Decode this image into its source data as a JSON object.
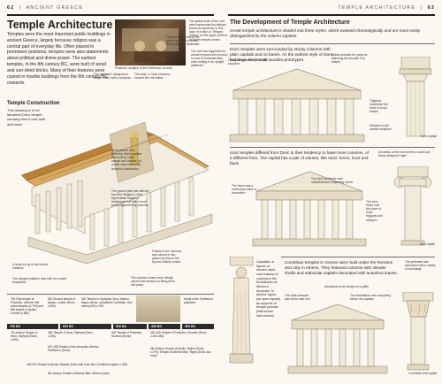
{
  "header": {
    "left_page_num": "62",
    "left_section": "ANCIENT GREECE",
    "right_section": "TEMPLE ARCHITECTURE",
    "right_page_num": "63"
  },
  "left": {
    "title": "Temple Architecture",
    "intro": "Temples were the most important public buildings in ancient Greece, largely because religion was a central part of everyday life. Often placed in prominent positions, temples were also statements about political and divine power. The earliest temples, in the 8th century BC, were built of wood and sun-dried bricks. Many of their features were copied in marble buildings from the 6th century BC onwards.",
    "photo_caption": "Poseidon, sculptor of the Parthenon, at work",
    "construction": {
      "title": "Temple Construction",
      "text": "This drawing is of an idealized Doric temple, showing how it was built and used"
    },
    "callouts": {
      "cella": "The cella, or inner sanctum, housed the cult statue.",
      "cult_statue": "The cult statue was of the god or goddess to whom the temple was dedicated",
      "guttae": "The guttae ends of the roof were surmounted by statues, known as acroteria. In this case of a Nike or \"Winged Victory\" on the upper portions of Greek temple survive.",
      "pediment": "The pediment, triangular in shape, often held a sculpture.",
      "roof": "The roof was supported on wooden beams and covered in rows of terracotta tiles, each ending in an upright antefixion.",
      "stone_blocks": "Stone blocks were smoothly fitted together and held by metal clamps and dowels; no mortar was used in the temple's construction.",
      "ground_plan": "The ground plan was derived from the Megaron of the Mycenaean house: a rectangular hall with a front porch supported by columns.",
      "ramp": "A ramp led up to the temple entrance",
      "stepped_platform": "The stepped platform was built on a stone foundation.",
      "fluting": "Fluting on the columns was carved in situ, guided by that on the top and bottom drums.",
      "drums": "The columns drums were initially carved with bosses for lifting them into place."
    },
    "timeline": {
      "bc700": "700 BC",
      "bc600": "600 BC",
      "bc500": "500 BC",
      "bc400": "400 BC",
      "bc300": "300 BC",
      "e1": "700 First temple of Poseidon, Isthmia: first stone temples (c.700) and first temple of Apollo, Corinth (c.680).",
      "e2": "530 Second temple of Apollo, Corinth (Doric, c.540)",
      "e3": "520 Temple of Olympian Zeus, Athens, begun (Doric, completed Corinthian, 2nd century AD) c.510",
      "e4": "Detail of the Parthenon pediment",
      "e5": "7th century Temple of Hera, Olympia (Doric, c.600)",
      "e6": "460 Temple of Zeus, Olympia (Doric, c.456)",
      "e7": "447-438 Temple of the Acropolis, Athens: Parthenon (Doric)",
      "e8": "440 Temple of Poseidon, Sounion (Doric)",
      "e9": "4th century Temple of Athena Nike, Athens (Ionic)",
      "e10": "440-426 Temple of Poseidon, Sounion (Doric, c.444-440)",
      "e11": "4th century Temple of Apollo, Delphi (Doric, c.370); Temple of Athena Nike, Tegea (Doric and Ionic)",
      "e12": "445-420 Temple of Apollo, Bassae (Doric with Ionic and Corinthian capital, c.425)"
    }
  },
  "right": {
    "title": "The Development of Temple Architecture",
    "intro": "Greek temple architecture is divided into three styles, which evolved chronologically and are most easily distinguished by the column capitals.",
    "doric": "Doric temples were surrounded by sturdy columns with plain capitals and no bases. As the earliest style of stone buildings, they recall wooden prototypes.",
    "ionic": "Ionic temples differed from Doric in their tendency to have more columns, of a different form. The capital has a pair of volutes, like rams' horns, front and back.",
    "corinthian": "Corinthian temples in Greece were built under the Romans and only in Athens. They featured columns with slender shafts and elaborate capitals decorated with acanthus leaves.",
    "caryatids": "Caryatids, or figures of women, were used instead of columns in the Erechtheion at Athens's Acropolis. In Athens' Agora (an open square) as supports of temple porches (half-human, half-column).",
    "labels": {
      "triangular_pediment": "Triangular pediment filled with sculpture",
      "guttae": "Guttae imitated the pegs for fastening the wooden roof beams",
      "triglyphs": "Triglyphs resembled the ends of cross-beams",
      "metopes": "Metopes could contain sculpture",
      "doric_capital": "Doric capital",
      "acroteria": "Acroteria, at the roof corners, could look flower-shaped in style",
      "frieze": "The frieze was a continuous band of decoration",
      "ionic_architrave": "The Ionic architrave was subdivided into projecting bands",
      "ionic_base": "The Ionic frieze took the place of Doric triglyphs and metopes",
      "ionic_capital": "Ionic capital",
      "pediment": "The pediment was decorated with a variety of mouldings",
      "acanthus": "Abutments in the shape of a griffin",
      "cella_entrance": "The cella entrance was at the east end",
      "entablature": "The entablature was everything above the capitals",
      "corinthian_capital": "Corinthian leaf capital"
    }
  }
}
